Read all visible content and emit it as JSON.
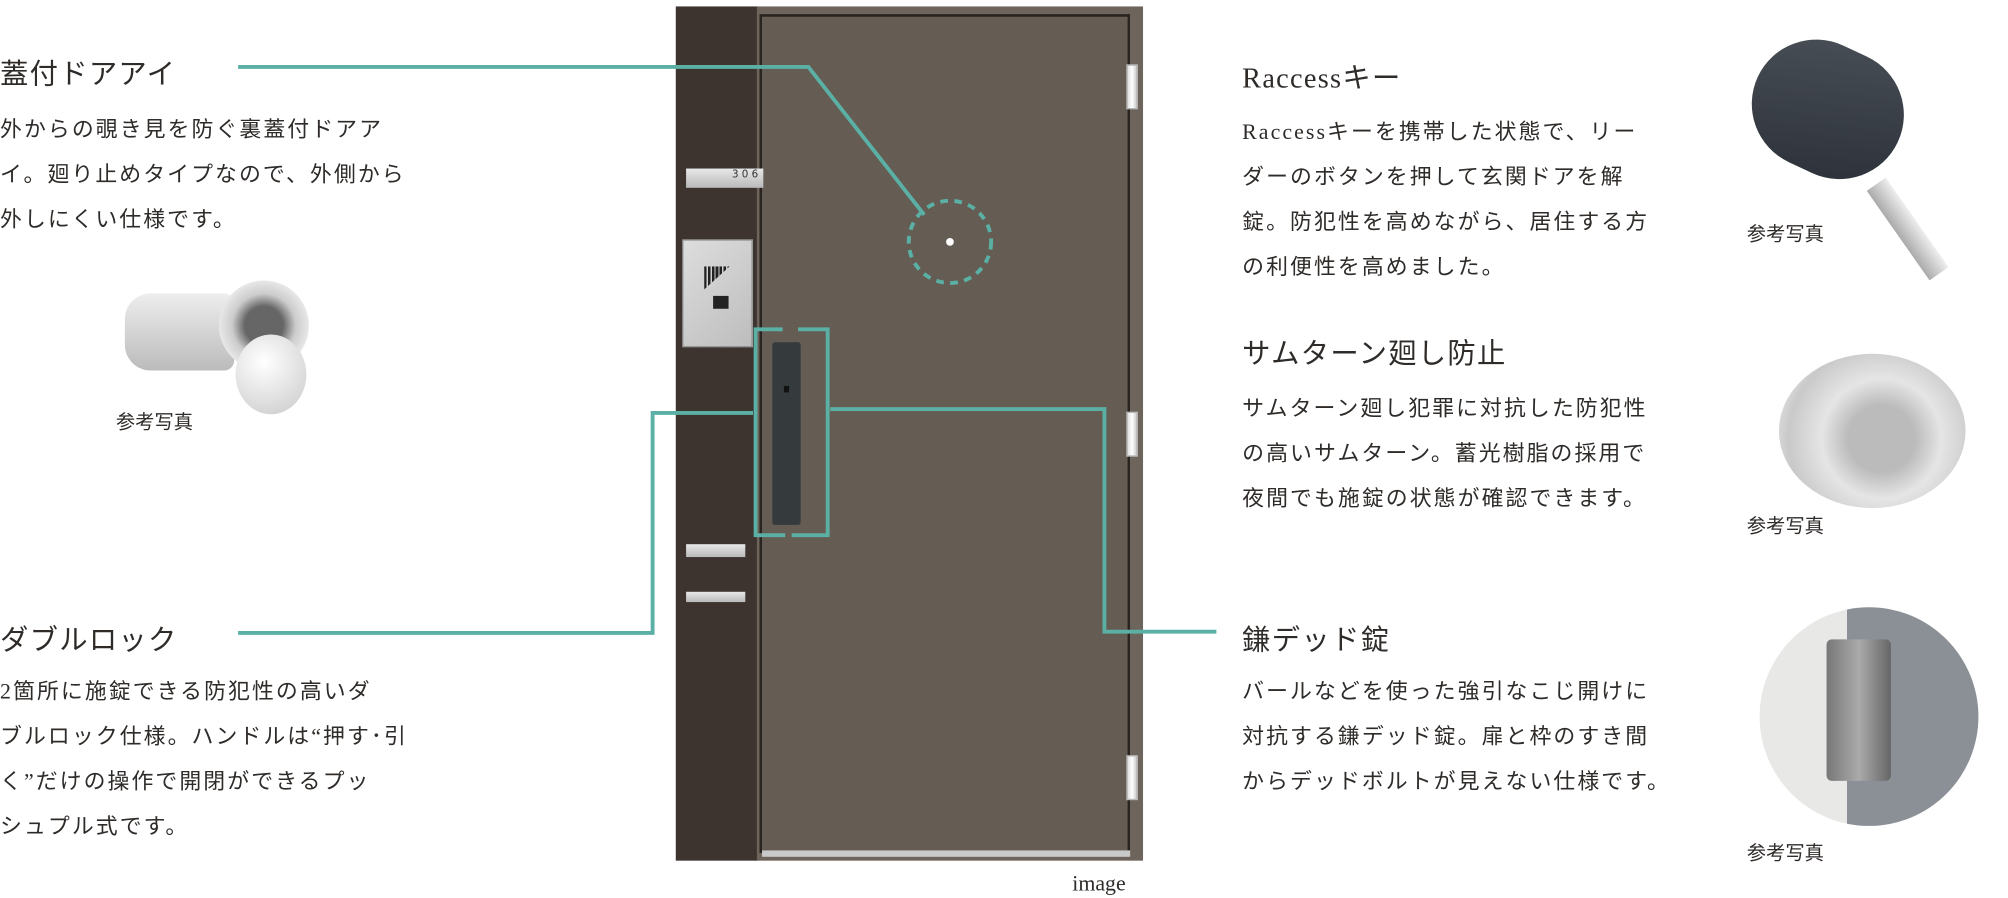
{
  "features": {
    "door_viewer": {
      "title": "蓋付ドアアイ",
      "lines": [
        "外からの覗き見を防ぐ裏蓋付ドアア",
        "イ。廻り止めタイプなので、外側から",
        "外しにくい仕様です。"
      ],
      "caption": "参考写真"
    },
    "double_lock": {
      "title": "ダブルロック",
      "lines": [
        "2箇所に施錠できる防犯性の高いダ",
        "ブルロック仕様。ハンドルは“押す･引",
        "く”だけの操作で開閉ができるプッ",
        "シュプル式です。"
      ]
    },
    "raccess_key": {
      "title": "Raccessキー",
      "lines": [
        "Raccessキーを携帯した状態で、リー",
        "ダーのボタンを押して玄関ドアを解",
        "錠。防犯性を高めながら、居住する方",
        "の利便性を高めました。"
      ],
      "caption": "参考写真"
    },
    "thumbturn": {
      "title": "サムターン廻し防止",
      "lines": [
        "サムターン廻し犯罪に対抗した防犯性",
        "の高いサムターン。蓄光樹脂の採用で",
        "夜間でも施錠の状態が確認できます。"
      ],
      "caption": "参考写真"
    },
    "deadbolt": {
      "title": "鎌デッド錠",
      "lines": [
        "バールなどを使った強引なこじ開けに",
        "対抗する鎌デッド錠。扉と枠のすき間",
        "からデッドボルトが見えない仕様です。"
      ],
      "caption": "参考写真"
    }
  },
  "door": {
    "room_number": "3 0 6"
  },
  "image_label": "image",
  "colors": {
    "accent": "#5bb0a5",
    "door": "#655d53",
    "strip": "#3d3430"
  }
}
